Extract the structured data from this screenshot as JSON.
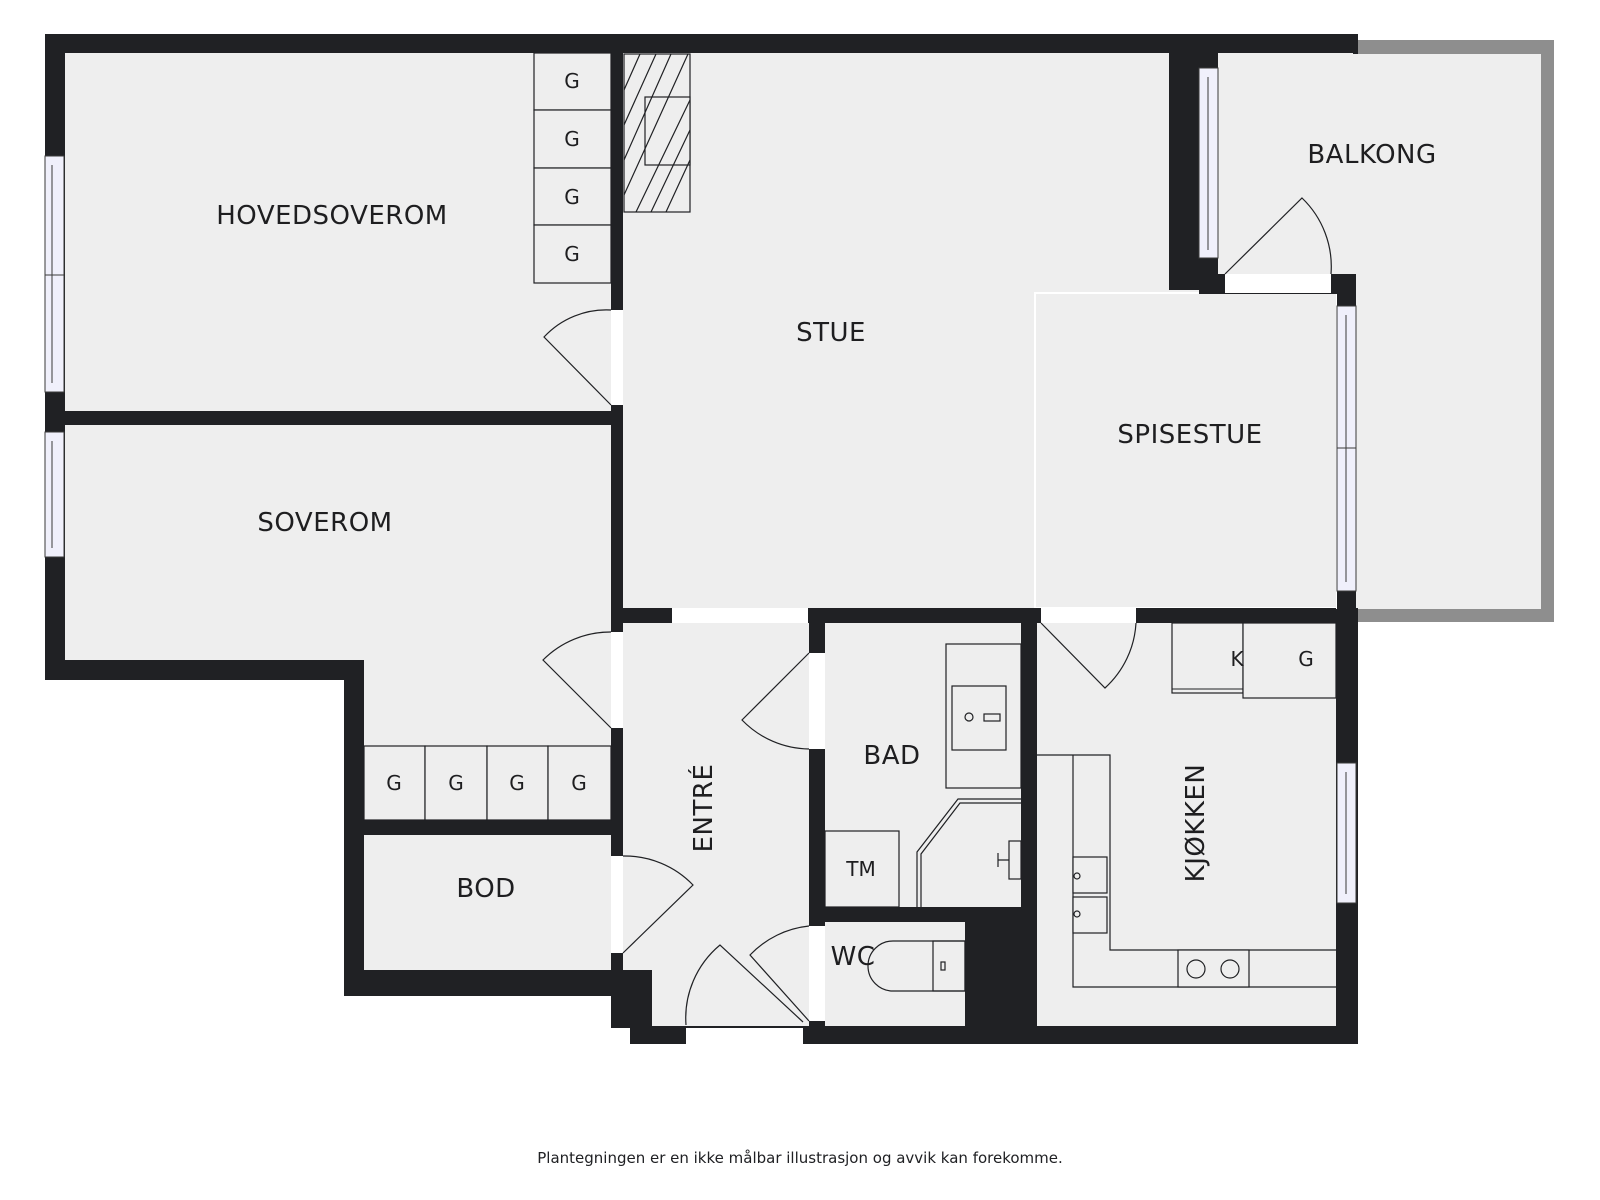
{
  "rooms": {
    "hovedsoverom": "HOVEDSOVEROM",
    "soverom": "SOVEROM",
    "stue": "STUE",
    "spisestue": "SPISESTUE",
    "balkong": "BALKONG",
    "entre": "ENTRÉ",
    "bod": "BOD",
    "bad": "BAD",
    "wc": "WC",
    "kjokken": "KJØKKEN"
  },
  "fixtures": {
    "wardrobe_label": "G",
    "fridge_label": "K",
    "washing_machine_label": "TM"
  },
  "wardrobes_hovedsoverom": [
    "G",
    "G",
    "G",
    "G"
  ],
  "wardrobes_soverom": [
    "G",
    "G",
    "G",
    "G"
  ],
  "kitchen_units": [
    "K",
    "G"
  ],
  "colors": {
    "wall": "#202124",
    "floor": "#eeeeee",
    "window": "#f0f0fb",
    "balcony_rail": "#8e8e8e"
  },
  "footer": {
    "disclaimer": "Plantegningen er en ikke målbar illustrasjon og avvik kan forekomme."
  }
}
